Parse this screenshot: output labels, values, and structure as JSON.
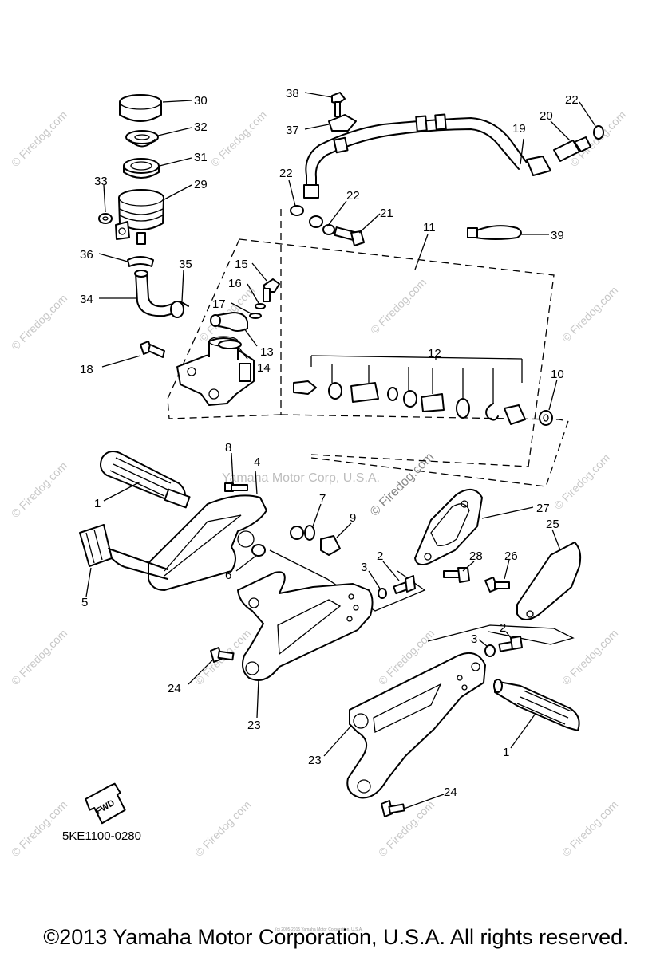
{
  "diagram": {
    "code": "5KE1100-0280",
    "fwd_label": "FWD",
    "copyright": "©2013 Yamaha Motor Corporation, U.S.A. All rights reserved.",
    "tiny_credit": "(c) 2005-2015 Yamaha Motor Corporation, U.S.A.",
    "watermark_site": "© Firedog.com",
    "watermark_corp": "Yamaha Motor Corp, U.S.A.",
    "callouts": {
      "c30": "30",
      "c32": "32",
      "c31": "31",
      "c29": "29",
      "c33": "33",
      "c36": "36",
      "c35": "35",
      "c34": "34",
      "c15": "15",
      "c16": "16",
      "c17": "17",
      "c13": "13",
      "c14": "14",
      "c18": "18",
      "c38": "38",
      "c37": "37",
      "c22a": "22",
      "c20": "20",
      "c19": "19",
      "c22b": "22",
      "c22c": "22",
      "c21": "21",
      "c11": "11",
      "c39": "39",
      "c12": "12",
      "c10": "10",
      "c8": "8",
      "c4": "4",
      "c1a": "1",
      "c7": "7",
      "c9": "9",
      "c27": "27",
      "c25": "25",
      "c6": "6",
      "c5": "5",
      "c2a": "2",
      "c3a": "3",
      "c28": "28",
      "c26": "26",
      "c2b": "2",
      "c3b": "3",
      "c24a": "24",
      "c23a": "23",
      "c23b": "23",
      "c1b": "1",
      "c24b": "24"
    }
  }
}
